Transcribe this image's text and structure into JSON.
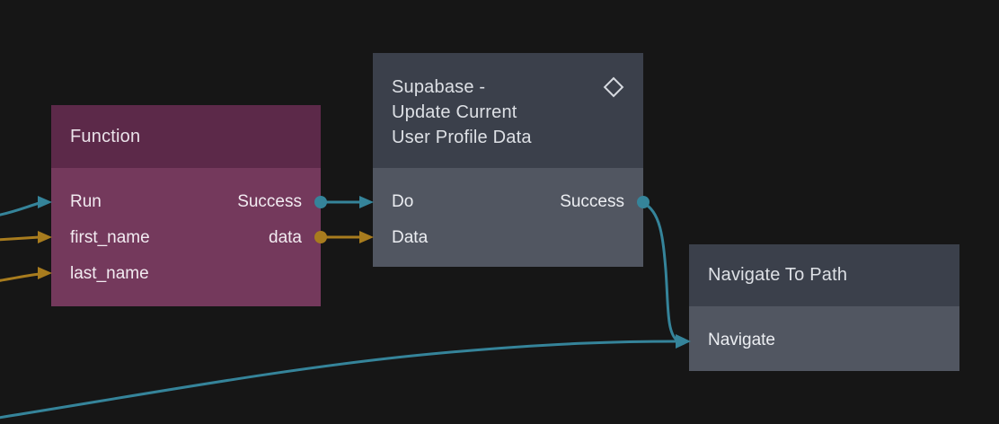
{
  "canvas": {
    "kind": "node-flow-editor",
    "background_color": "#161616"
  },
  "colors": {
    "exec_wire": "#35849a",
    "data_wire": "#a87c1e",
    "function_header": "#5c2949",
    "function_body": "#74395c",
    "node_header": "#3b404b",
    "node_body": "#515661",
    "icon_stroke": "#d7dae0"
  },
  "nodes": {
    "function": {
      "title": "Function",
      "inputs": [
        {
          "label": "Run",
          "type": "exec"
        },
        {
          "label": "first_name",
          "type": "data"
        },
        {
          "label": "last_name",
          "type": "data"
        }
      ],
      "outputs": [
        {
          "label": "Success",
          "type": "exec"
        },
        {
          "label": "data",
          "type": "data"
        }
      ]
    },
    "supabase": {
      "title": "Supabase - Update Current User Profile Data",
      "title_lines": [
        "Supabase -",
        "Update Current",
        "User Profile Data"
      ],
      "icon": "diamond-icon",
      "inputs": [
        {
          "label": "Do",
          "type": "exec"
        },
        {
          "label": "Data",
          "type": "data"
        }
      ],
      "outputs": [
        {
          "label": "Success",
          "type": "exec"
        }
      ]
    },
    "navigate": {
      "title": "Navigate To Path",
      "inputs": [
        {
          "label": "Navigate",
          "type": "exec"
        }
      ]
    }
  }
}
